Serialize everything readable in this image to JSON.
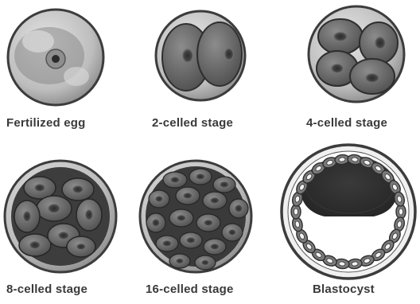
{
  "stages": [
    {
      "label": "Fertilized egg"
    },
    {
      "label": "2-celled stage"
    },
    {
      "label": "4-celled stage"
    },
    {
      "label": "8-celled stage"
    },
    {
      "label": "16-celled stage"
    },
    {
      "label": "Blastocyst"
    }
  ],
  "colors": {
    "outline": "#3c3c3c",
    "cell_fill": "#6f6f6f",
    "cell_dark": "#3a3a3a",
    "zona_light": "#cfcfcf",
    "nucleus_ring": "#8d8d8d",
    "inner_mass": "#2e2e2e",
    "label_text": "#3a3a3a"
  },
  "icons": [
    "embryo-cell-icon",
    "nucleus-icon"
  ]
}
